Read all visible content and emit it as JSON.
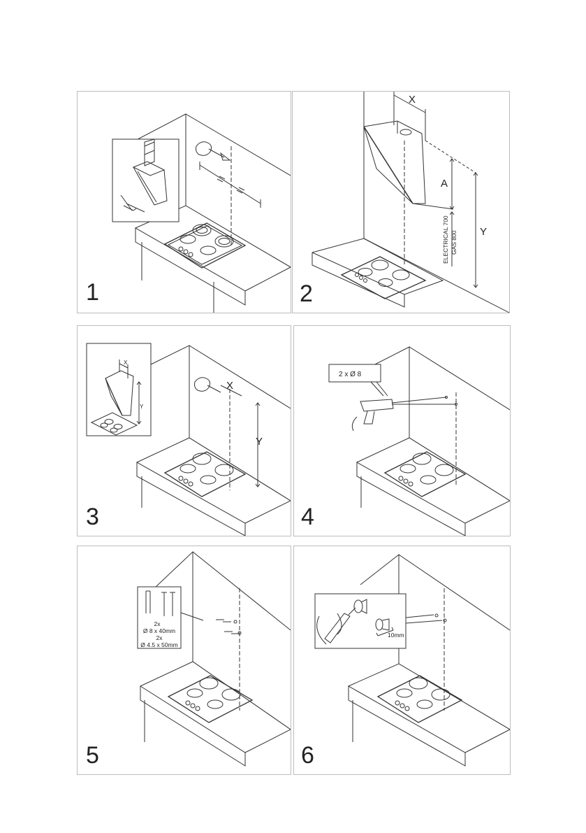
{
  "steps": [
    {
      "number": "1"
    },
    {
      "number": "2",
      "labels": {
        "x": "X",
        "a": "A",
        "y": "Y",
        "electrical": "ELECTRICAL 700",
        "gas": "GAS 800"
      }
    },
    {
      "number": "3",
      "labels": {
        "x": "X",
        "y": "Y",
        "inset_x": "X",
        "inset_y": "Y"
      }
    },
    {
      "number": "4",
      "labels": {
        "drill_callout": "2 x Ø 8"
      }
    },
    {
      "number": "5",
      "labels": {
        "qty1": "2x",
        "plug_size": "Ø 8 x 40mm",
        "qty2": "2x",
        "screw_size": "Ø 4.5 x 50mm"
      }
    },
    {
      "number": "6",
      "labels": {
        "gap": "10mm"
      }
    }
  ],
  "colors": {
    "line": "#333333",
    "frame": "#bdbdbd"
  }
}
